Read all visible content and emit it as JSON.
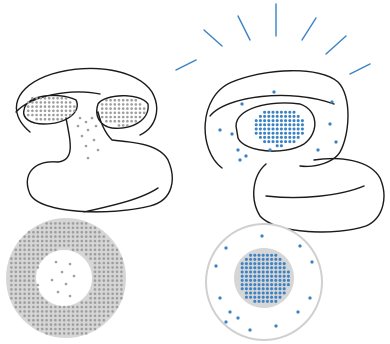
{
  "colors": {
    "outline": "#1a1a1a",
    "grey_dot": "#9e9e9e",
    "grey_fill": "#d6d6d6",
    "blue_dot": "#3b82c4",
    "ring_outline": "#d0d0d0",
    "ray": "#3b82c4"
  },
  "panels": [
    {
      "name": "cushion-grey-dots",
      "dot_color": "grey"
    },
    {
      "name": "cushion-blue-dots-with-rays",
      "dot_color": "blue"
    },
    {
      "name": "disc-grey-dense-ring",
      "dot_color": "grey"
    },
    {
      "name": "disc-blue-dense-core",
      "dot_color": "blue"
    }
  ]
}
